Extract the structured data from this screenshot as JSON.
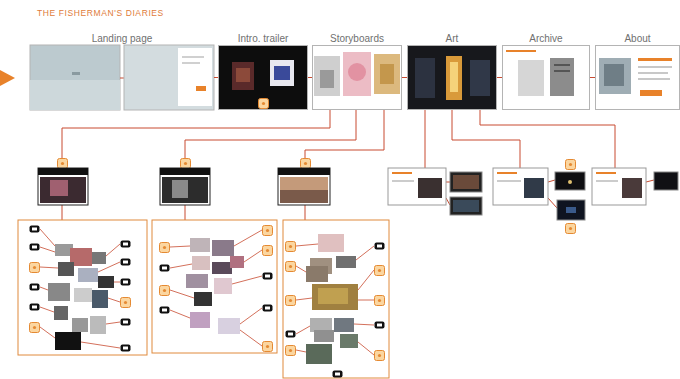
{
  "diagram": {
    "title": "THE FISHERMAN'S DIARIES",
    "nodes": [
      {
        "text": [
          "Landing page"
        ]
      },
      {
        "text": [
          "Intro. trailer"
        ]
      },
      {
        "text": [
          "Storyboards"
        ]
      },
      {
        "text": [
          "Art"
        ]
      },
      {
        "text": [
          "Archive"
        ]
      },
      {
        "text": [
          "About"
        ]
      }
    ],
    "edges": [
      {
        "from": 0,
        "to": 1,
        "arrow": "none"
      },
      {
        "from": 1,
        "to": 2,
        "arrow": "none"
      },
      {
        "from": 2,
        "to": 3,
        "arrow": "none"
      },
      {
        "from": 3,
        "to": 4,
        "arrow": "none"
      },
      {
        "from": 4,
        "to": 5,
        "arrow": "none"
      }
    ]
  }
}
